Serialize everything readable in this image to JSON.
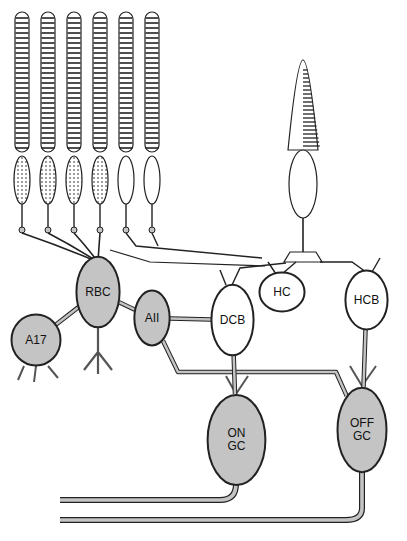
{
  "diagram": {
    "nodes": [
      {
        "text": [
          "RBC"
        ]
      },
      {
        "text": [
          "HC"
        ]
      },
      {
        "text": [
          "HCB"
        ]
      },
      {
        "text": [
          "AII"
        ]
      },
      {
        "text": [
          "DCB"
        ]
      },
      {
        "text": [
          "A17"
        ]
      },
      {
        "text": [
          "ON GC"
        ]
      },
      {
        "text": [
          "OFF GC"
        ]
      }
    ],
    "edges": [
      {
        "from": 0,
        "to": 5,
        "arrow": "none"
      },
      {
        "from": 0,
        "to": 3,
        "arrow": "none"
      },
      {
        "from": 3,
        "to": 4,
        "arrow": "none"
      },
      {
        "from": 3,
        "to": 7,
        "arrow": "none"
      },
      {
        "from": 4,
        "to": 6,
        "arrow": "none"
      },
      {
        "from": 2,
        "to": 7,
        "arrow": "none"
      }
    ]
  }
}
